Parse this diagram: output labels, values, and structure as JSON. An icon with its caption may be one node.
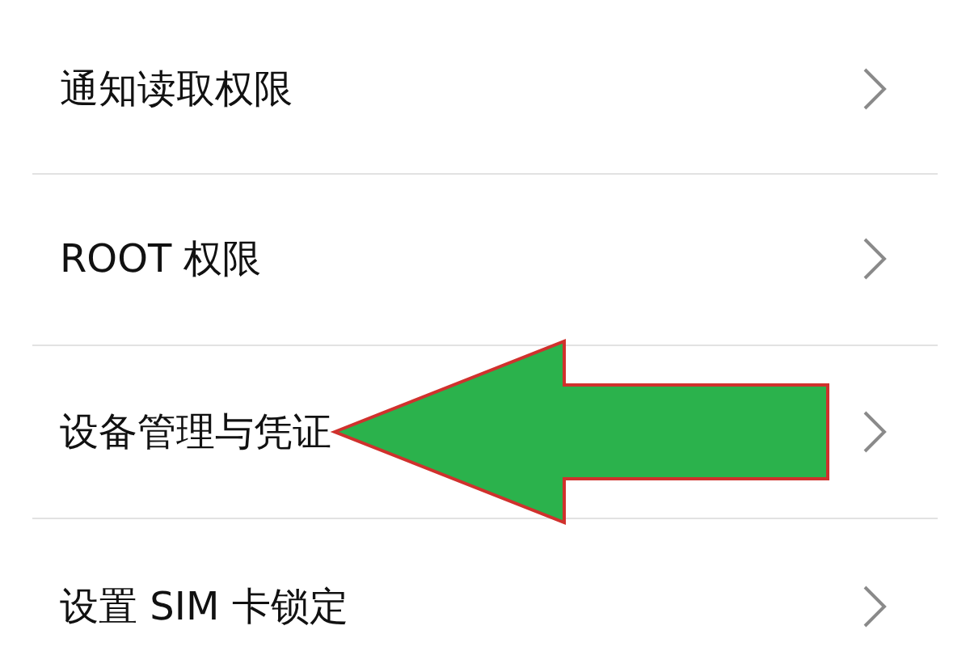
{
  "diagram": {
    "nodes": [
      {
        "text": [
          "通知读取权限"
        ]
      },
      {
        "text": [
          "ROOT 权限"
        ]
      },
      {
        "text": [
          "设备管理与凭证"
        ]
      },
      {
        "text": [
          "设置 SIM 卡锁定"
        ]
      }
    ],
    "edges": [
      {
        "from": null,
        "to": 2,
        "arrow": "to"
      }
    ]
  }
}
